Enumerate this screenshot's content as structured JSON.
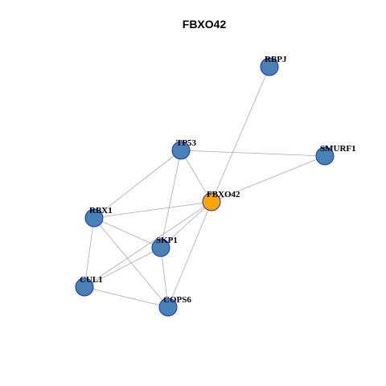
{
  "title": "FBXO42",
  "colors": {
    "default_node": "#4682b4",
    "focus_node": "#ffa500",
    "node_border": "#1a2fcf",
    "edge": "#aaaaaa"
  },
  "nodes": [
    {
      "id": "RBPJ",
      "label": "RBPJ",
      "focus": false
    },
    {
      "id": "SMURF1",
      "label": "SMURF1",
      "focus": false
    },
    {
      "id": "TP53",
      "label": "TP53",
      "focus": false
    },
    {
      "id": "FBXO42",
      "label": "FBXO42",
      "focus": true
    },
    {
      "id": "RBX1",
      "label": "RBX1",
      "focus": false
    },
    {
      "id": "SKP1",
      "label": "SKP1",
      "focus": false
    },
    {
      "id": "CUL1",
      "label": "CUL1",
      "focus": false
    },
    {
      "id": "COPS6",
      "label": "COPS6",
      "focus": false
    }
  ],
  "edges": [
    [
      "RBPJ",
      "FBXO42"
    ],
    [
      "SMURF1",
      "TP53"
    ],
    [
      "SMURF1",
      "FBXO42"
    ],
    [
      "TP53",
      "FBXO42"
    ],
    [
      "TP53",
      "RBX1"
    ],
    [
      "TP53",
      "SKP1"
    ],
    [
      "FBXO42",
      "RBX1"
    ],
    [
      "FBXO42",
      "SKP1"
    ],
    [
      "FBXO42",
      "CUL1"
    ],
    [
      "FBXO42",
      "COPS6"
    ],
    [
      "RBX1",
      "SKP1"
    ],
    [
      "RBX1",
      "CUL1"
    ],
    [
      "RBX1",
      "COPS6"
    ],
    [
      "SKP1",
      "CUL1"
    ],
    [
      "SKP1",
      "COPS6"
    ],
    [
      "CUL1",
      "COPS6"
    ]
  ]
}
